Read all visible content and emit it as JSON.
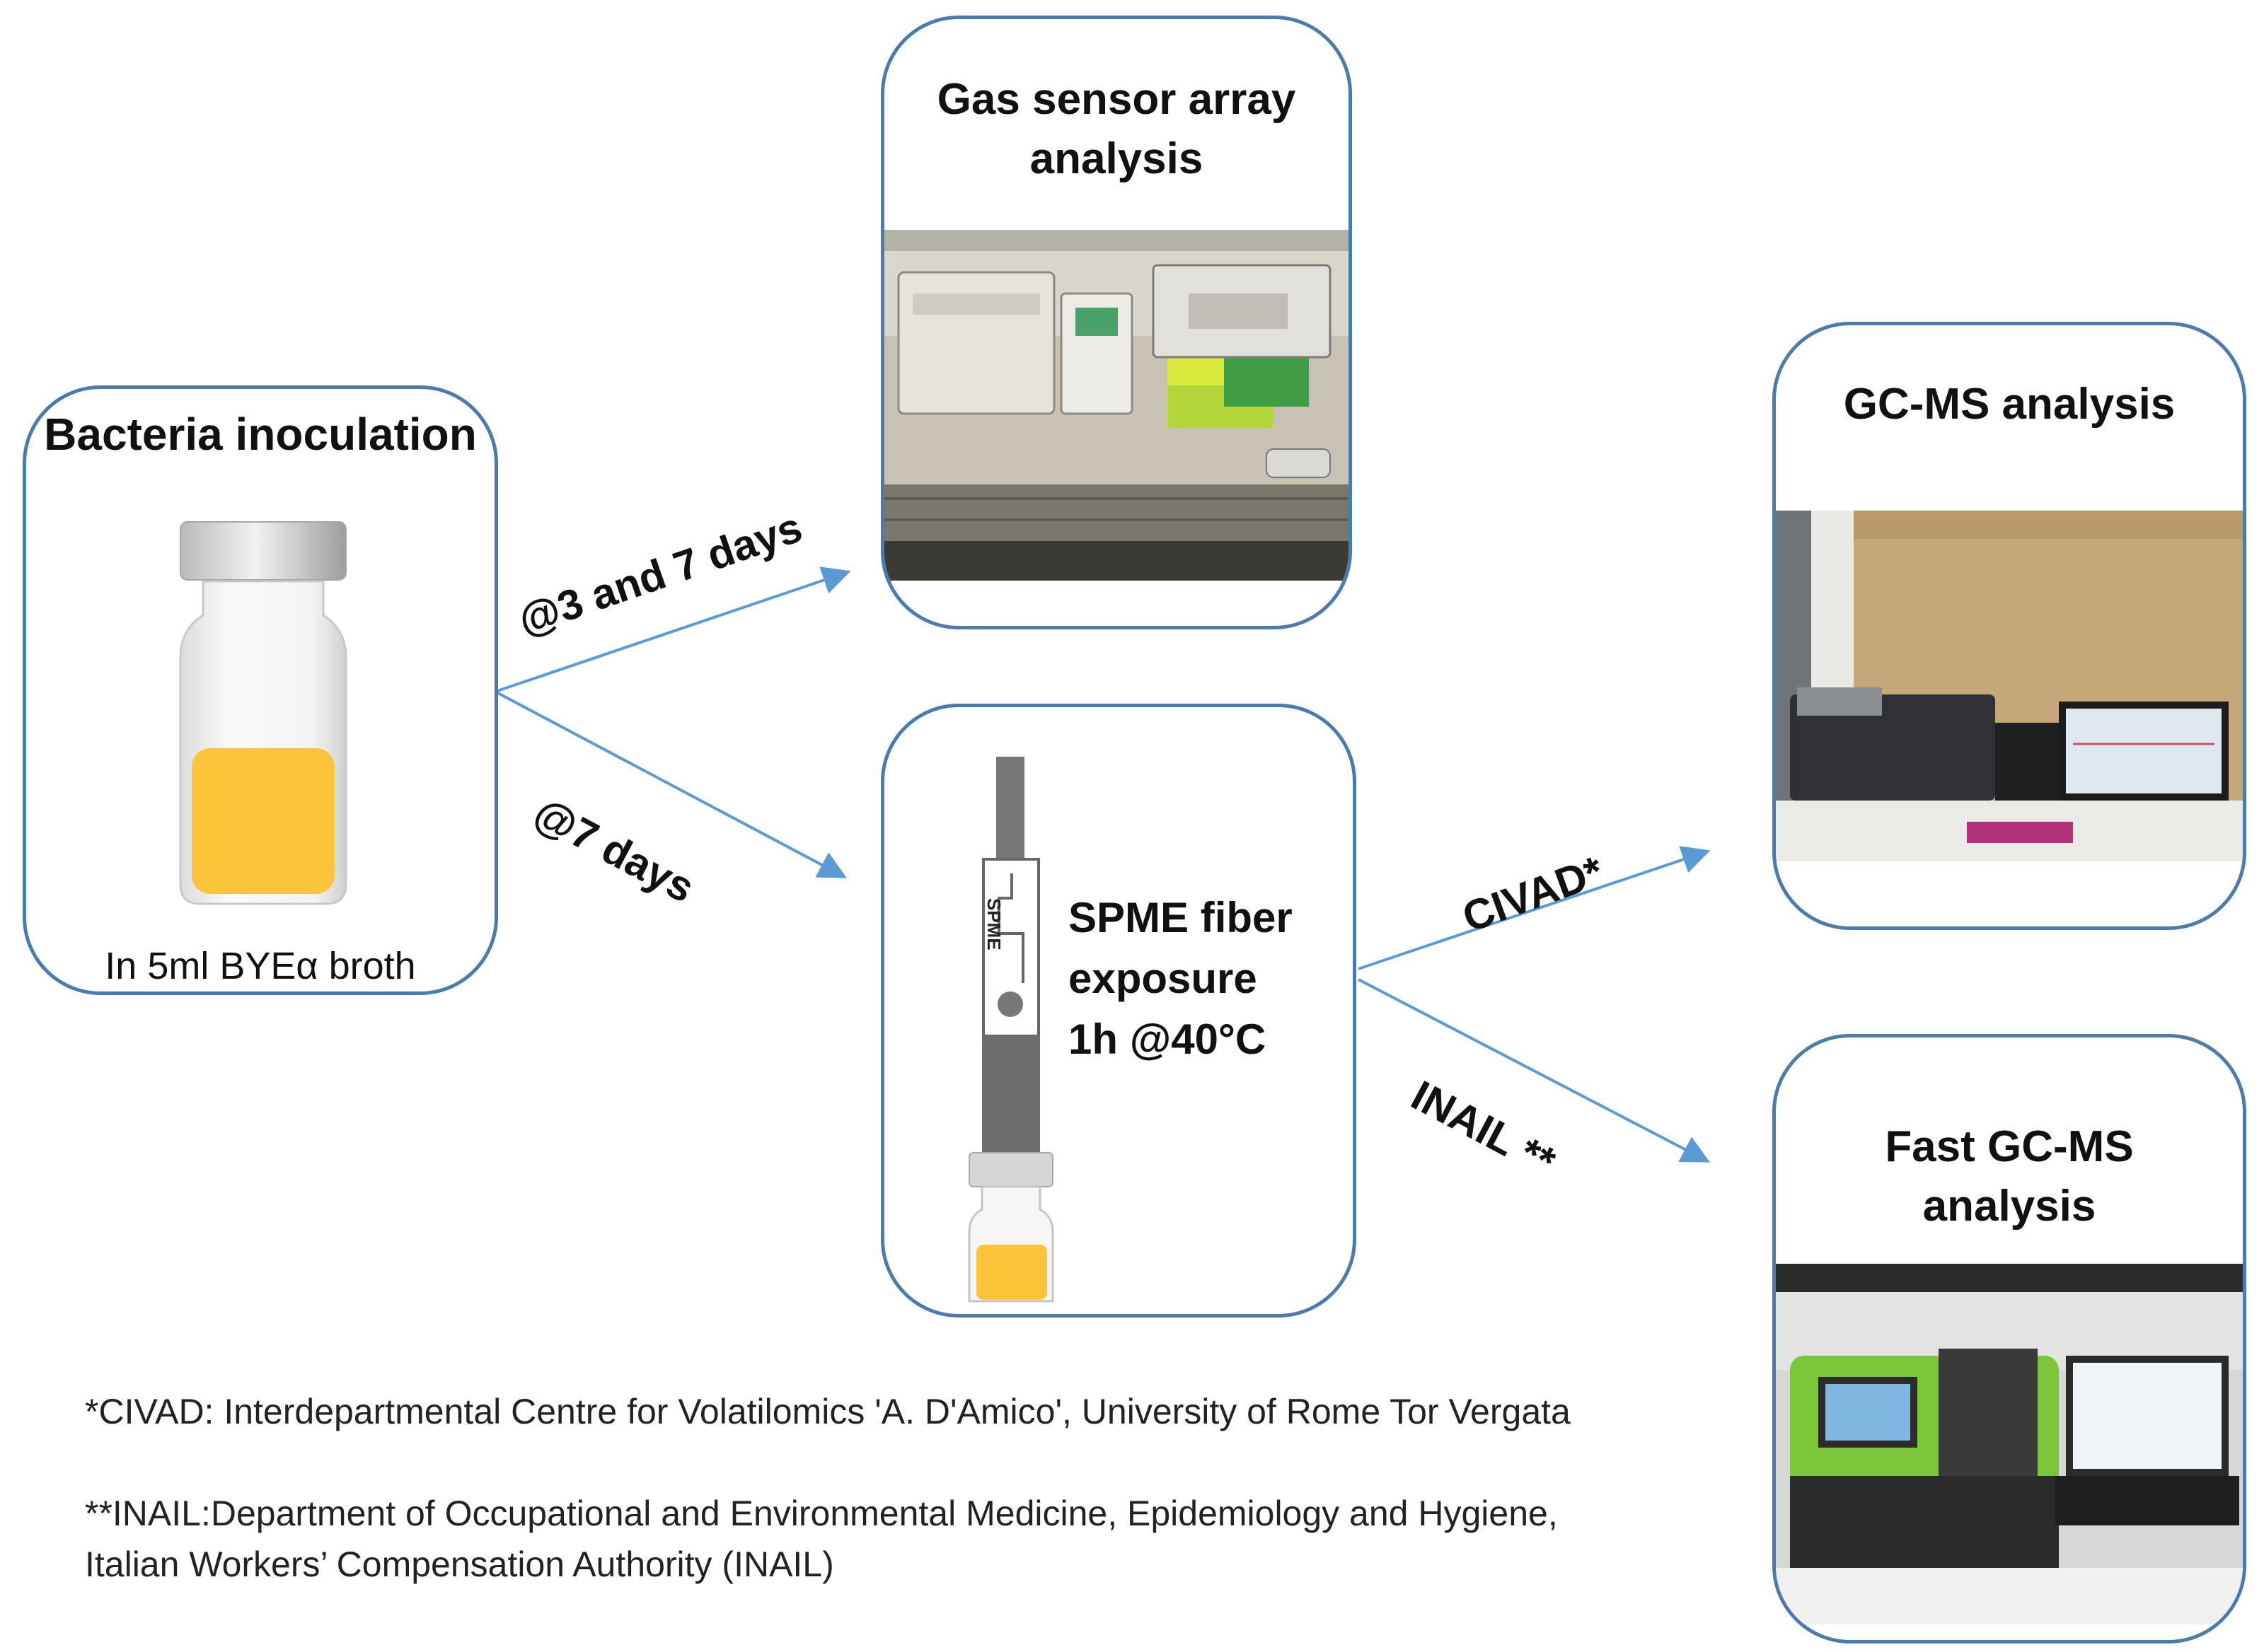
{
  "boxes": {
    "inoculation": {
      "title": "Bacteria inoculation",
      "caption": "In 5ml BYEα broth"
    },
    "gas_sensor": {
      "title_line1": "Gas sensor array",
      "title_line2": "analysis"
    },
    "spme": {
      "line1": "SPME fiber",
      "line2": "exposure",
      "line3": "1h @40°C",
      "fiber_label": "SPME"
    },
    "gcms": {
      "title": "GC-MS analysis"
    },
    "fast_gcms": {
      "title_line1": "Fast GC-MS",
      "title_line2": "analysis"
    }
  },
  "arrows": {
    "to_gas_sensor": "@3 and 7 days",
    "to_spme": "@7 days",
    "to_gcms": "CIVAD*",
    "to_fast_gcms": "INAIL **"
  },
  "footnotes": {
    "civad": "*CIVAD: Interdepartmental Centre for Volatilomics 'A. D'Amico', University of Rome Tor Vergata",
    "inail": "**INAIL:Department of Occupational and Environmental Medicine, Epidemiology and Hygiene, Italian Workers’ Compensation Authority (INAIL)"
  },
  "colors": {
    "border": "#4a7bb0",
    "arrow": "#5b9bd5",
    "broth": "#fcc43b",
    "fast_gcms_device": "#7cc63a"
  }
}
